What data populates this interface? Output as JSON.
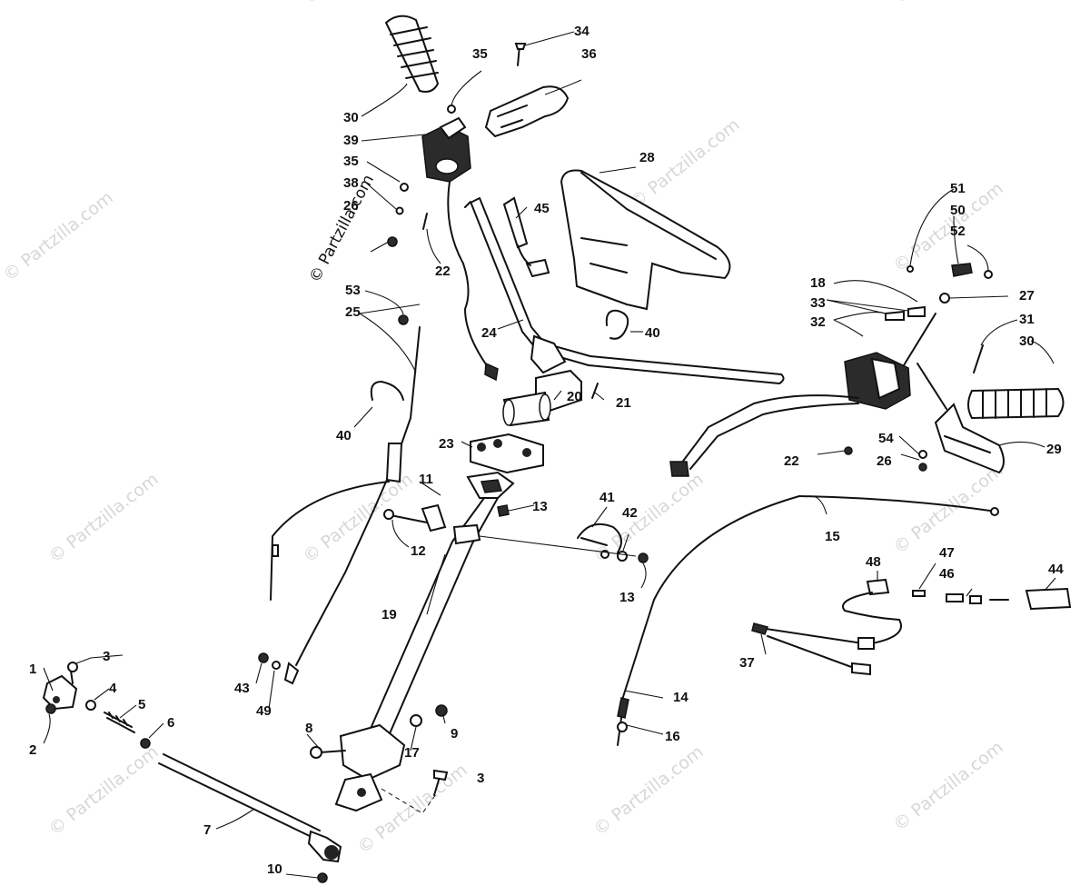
{
  "credit": "© Partzilla.com",
  "watermark": "© Partzilla.com",
  "callouts": [
    {
      "id": "1",
      "label": "1"
    },
    {
      "id": "2",
      "label": "2"
    },
    {
      "id": "3a",
      "label": "3"
    },
    {
      "id": "3b",
      "label": "3"
    },
    {
      "id": "4",
      "label": "4"
    },
    {
      "id": "5",
      "label": "5"
    },
    {
      "id": "6",
      "label": "6"
    },
    {
      "id": "7",
      "label": "7"
    },
    {
      "id": "8",
      "label": "8"
    },
    {
      "id": "9",
      "label": "9"
    },
    {
      "id": "10",
      "label": "10"
    },
    {
      "id": "11",
      "label": "11"
    },
    {
      "id": "12",
      "label": "12"
    },
    {
      "id": "13a",
      "label": "13"
    },
    {
      "id": "13b",
      "label": "13"
    },
    {
      "id": "14",
      "label": "14"
    },
    {
      "id": "15",
      "label": "15"
    },
    {
      "id": "16",
      "label": "16"
    },
    {
      "id": "17",
      "label": "17"
    },
    {
      "id": "18",
      "label": "18"
    },
    {
      "id": "19",
      "label": "19"
    },
    {
      "id": "20",
      "label": "20"
    },
    {
      "id": "21",
      "label": "21"
    },
    {
      "id": "22a",
      "label": "22"
    },
    {
      "id": "22b",
      "label": "22"
    },
    {
      "id": "23",
      "label": "23"
    },
    {
      "id": "24",
      "label": "24"
    },
    {
      "id": "25",
      "label": "25"
    },
    {
      "id": "26a",
      "label": "26"
    },
    {
      "id": "26b",
      "label": "26"
    },
    {
      "id": "27",
      "label": "27"
    },
    {
      "id": "28",
      "label": "28"
    },
    {
      "id": "29",
      "label": "29"
    },
    {
      "id": "30a",
      "label": "30"
    },
    {
      "id": "30b",
      "label": "30"
    },
    {
      "id": "31",
      "label": "31"
    },
    {
      "id": "32",
      "label": "32"
    },
    {
      "id": "33",
      "label": "33"
    },
    {
      "id": "34",
      "label": "34"
    },
    {
      "id": "35a",
      "label": "35"
    },
    {
      "id": "35b",
      "label": "35"
    },
    {
      "id": "36",
      "label": "36"
    },
    {
      "id": "37",
      "label": "37"
    },
    {
      "id": "38",
      "label": "38"
    },
    {
      "id": "39",
      "label": "39"
    },
    {
      "id": "40a",
      "label": "40"
    },
    {
      "id": "40b",
      "label": "40"
    },
    {
      "id": "41",
      "label": "41"
    },
    {
      "id": "42",
      "label": "42"
    },
    {
      "id": "43",
      "label": "43"
    },
    {
      "id": "44",
      "label": "44"
    },
    {
      "id": "45",
      "label": "45"
    },
    {
      "id": "46",
      "label": "46"
    },
    {
      "id": "47",
      "label": "47"
    },
    {
      "id": "48",
      "label": "48"
    },
    {
      "id": "49",
      "label": "49"
    },
    {
      "id": "50",
      "label": "50"
    },
    {
      "id": "51",
      "label": "51"
    },
    {
      "id": "52",
      "label": "52"
    },
    {
      "id": "53",
      "label": "53"
    },
    {
      "id": "54",
      "label": "54"
    }
  ]
}
